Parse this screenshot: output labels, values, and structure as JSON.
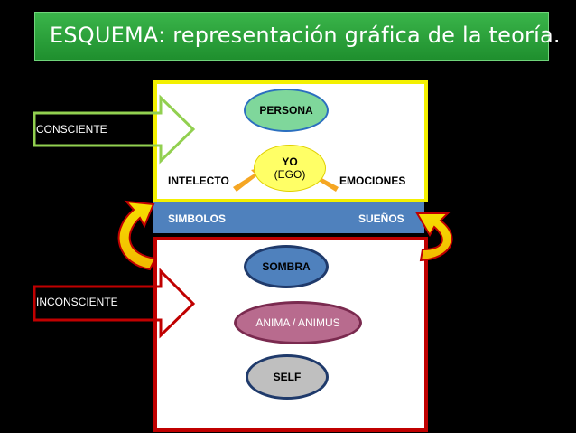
{
  "title": "ESQUEMA: representación gráfica de la teoría.",
  "consciente": "CONSCIENTE",
  "inconsciente": "INCONSCIENTE",
  "persona": "PERSONA",
  "yo": "YO",
  "ego": "(EGO)",
  "intelecto": "INTELECTO",
  "emociones": "EMOCIONES",
  "simbolos": "SIMBOLOS",
  "suenos": "SUEÑOS",
  "sombra": "SOMBRA",
  "anima": "ANIMA / ANIMUS",
  "self": "SELF",
  "colors": {
    "title_green": "#2eaa3f",
    "conscious_border": "#f3f000",
    "unconscious_border": "#c00000",
    "band_blue": "#4f81bd",
    "persona_fill": "#7fd79b",
    "yo_fill": "#ffff66",
    "sombra_fill": "#4f81bd",
    "anima_fill": "#b86b8e",
    "self_fill": "#bfbfbf"
  }
}
